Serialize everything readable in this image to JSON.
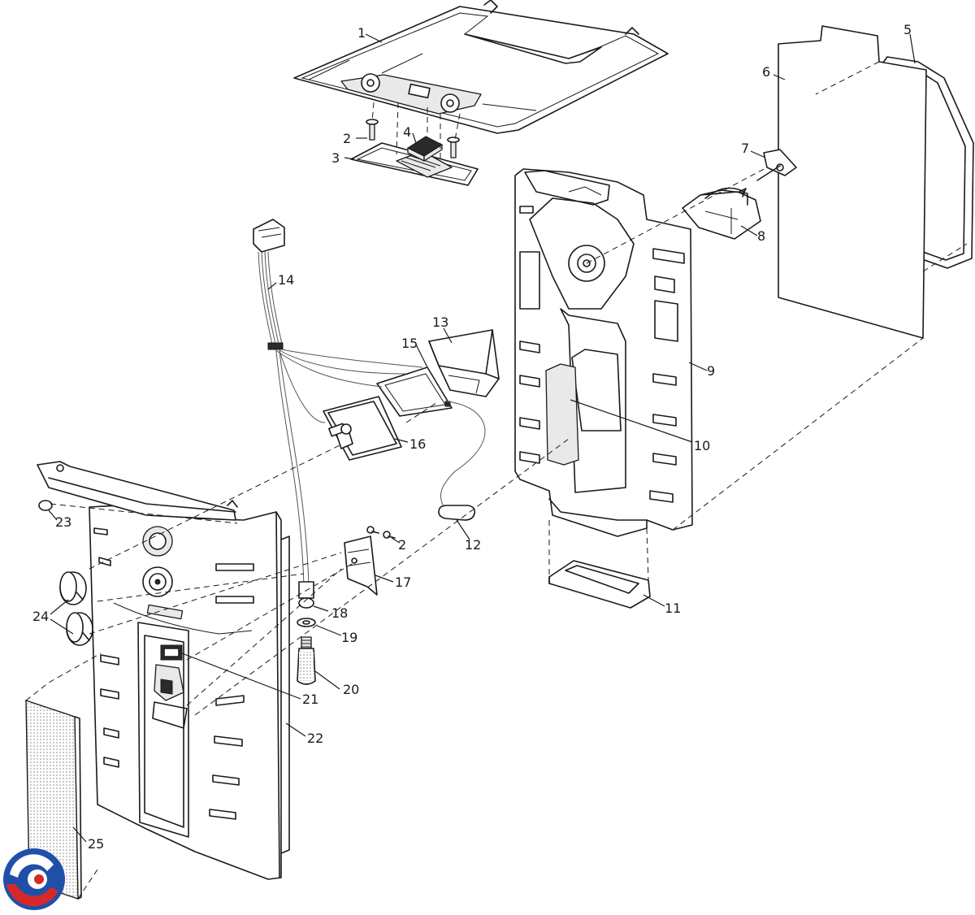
{
  "callouts": [
    {
      "id": "1",
      "label": "1"
    },
    {
      "id": "2a",
      "label": "2"
    },
    {
      "id": "2b",
      "label": "2"
    },
    {
      "id": "3",
      "label": "3"
    },
    {
      "id": "4",
      "label": "4"
    },
    {
      "id": "5",
      "label": "5"
    },
    {
      "id": "6",
      "label": "6"
    },
    {
      "id": "7",
      "label": "7"
    },
    {
      "id": "8",
      "label": "8"
    },
    {
      "id": "9",
      "label": "9"
    },
    {
      "id": "10",
      "label": "10"
    },
    {
      "id": "11",
      "label": "11"
    },
    {
      "id": "12",
      "label": "12"
    },
    {
      "id": "13",
      "label": "13"
    },
    {
      "id": "14",
      "label": "14"
    },
    {
      "id": "15",
      "label": "15"
    },
    {
      "id": "16",
      "label": "16"
    },
    {
      "id": "17",
      "label": "17"
    },
    {
      "id": "18",
      "label": "18"
    },
    {
      "id": "19",
      "label": "19"
    },
    {
      "id": "20",
      "label": "20"
    },
    {
      "id": "21",
      "label": "21"
    },
    {
      "id": "22",
      "label": "22"
    },
    {
      "id": "23",
      "label": "23"
    },
    {
      "id": "24",
      "label": "24"
    },
    {
      "id": "25",
      "label": "25"
    }
  ],
  "logo": {
    "name": "brand-logo",
    "colors": {
      "blue": "#1f4fa8",
      "red": "#d42a2a"
    }
  }
}
